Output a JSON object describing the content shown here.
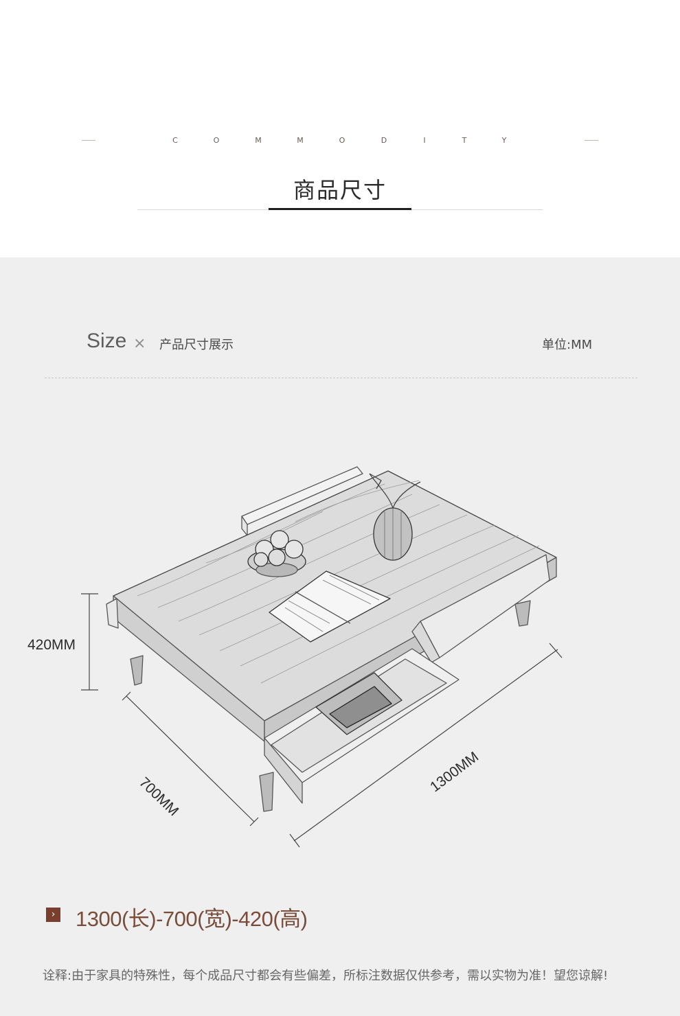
{
  "header": {
    "eyebrow_letters": [
      "C",
      "O",
      "M",
      "M",
      "O",
      "D",
      "I",
      "T",
      "Y"
    ],
    "title": "商品尺寸"
  },
  "size_section": {
    "size_word": "Size",
    "times_symbol": "×",
    "subtitle": "产品尺寸展示",
    "unit": "单位:MM"
  },
  "dimensions": {
    "height_label": "420MM",
    "width_label": "700MM",
    "length_label": "1300MM"
  },
  "spec": {
    "arrow_icon": "chevron-right-icon",
    "text": "1300(长)-700(宽)-420(高)"
  },
  "note": "诠释:由于家具的特殊性，每个成品尺寸都会有些偏差，所标注数据仅供参考，需以实物为准！望您谅解!",
  "colors": {
    "accent": "#7a3e2c",
    "spec_text": "#7a4c3a",
    "panel_bg": "#efefef"
  }
}
